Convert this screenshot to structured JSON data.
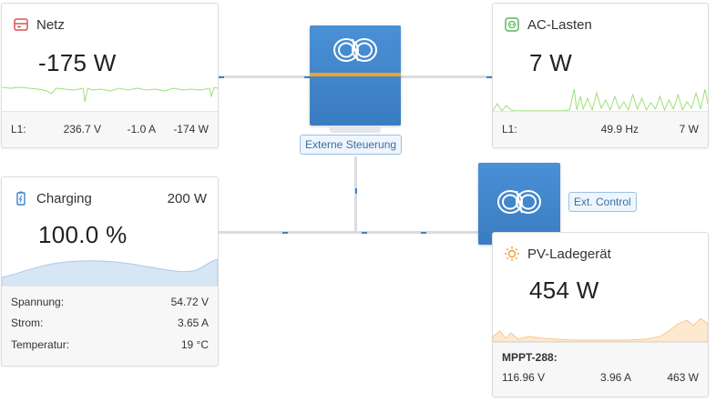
{
  "grid": {
    "title": "Netz",
    "value": "-175 W",
    "phase_label": "L1:",
    "voltage": "236.7 V",
    "current": "-1.0 A",
    "power": "-174 W"
  },
  "ac_loads": {
    "title": "AC-Lasten",
    "value": "7 W",
    "phase_label": "L1:",
    "frequency": "49.9 Hz",
    "power": "7 W"
  },
  "battery": {
    "title": "Charging",
    "power": "200 W",
    "value": "100.0 %",
    "rows": [
      {
        "label": "Spannung:",
        "value": "54.72 V"
      },
      {
        "label": "Strom:",
        "value": "3.65 A"
      },
      {
        "label": "Temperatur:",
        "value": "19 °C"
      }
    ]
  },
  "pv_charger": {
    "title": "PV-Ladegerät",
    "value": "454 W",
    "device_label": "MPPT-288:",
    "voltage": "116.96 V",
    "current": "3.96 A",
    "power": "463 W"
  },
  "inverter_main": {
    "control_label": "Externe Steuerung"
  },
  "inverter_secondary": {
    "control_label": "Ext. Control"
  },
  "colors": {
    "grid_icon": "#d9534f",
    "ac_icon": "#5cb85c",
    "battery_icon": "#3b83cc",
    "pv_icon": "#f0a030",
    "inverter_blue": "#3b83cc",
    "inverter_stripe": "#f0a030",
    "grid_spark": "#9be07a",
    "ac_spark": "#9be07a",
    "battery_fill": "#d6e6f5",
    "pv_fill": "#fde9cf"
  },
  "icons": {
    "grid": "grid-icon",
    "ac_loads": "plug-icon",
    "battery": "battery-icon",
    "pv": "sun-icon",
    "inverter": "victron-logo-icon"
  }
}
